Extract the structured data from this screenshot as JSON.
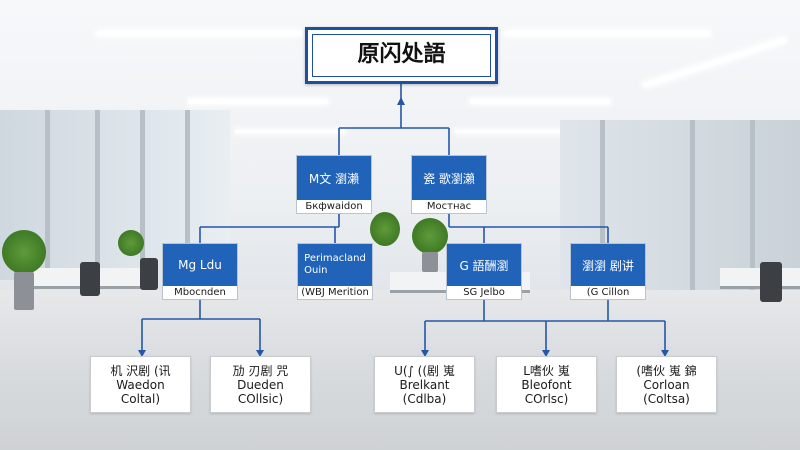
{
  "root": {
    "label": "原闪处語"
  },
  "level2": [
    {
      "title": "M文 瀏瀨",
      "subtitle": "Бкфwaidon"
    },
    {
      "title": "瓷 歌瀏瀨",
      "subtitle": "Мостнаc"
    }
  ],
  "level3": [
    {
      "title": "Mg Ldu",
      "subtitle": "Mbocnden"
    },
    {
      "title": "Perimacland\nOuin",
      "subtitle": "(WBJ Merition"
    },
    {
      "title": "G 語酬瀏",
      "subtitle": "SG Jelbo"
    },
    {
      "title": "瀏瀏 剧讲",
      "subtitle": "(G Cillon"
    }
  ],
  "leaves": [
    {
      "line1": "机 沢剧 (讯",
      "line2": "Waedon",
      "line3": "Coltal)"
    },
    {
      "line1": "劢 刃剧 咒",
      "line2": "Dueden",
      "line3": "COllsic)"
    },
    {
      "line1": "U(∫ ((剧 嵬",
      "line2": "Brelkant",
      "line3": "(Cdlba)"
    },
    {
      "line1": "L嗜伙 嵬",
      "line2": "Bleofont",
      "line3": "COrlsc)"
    },
    {
      "line1": "(嗜伙 嵬 錦",
      "line2": "Corloan",
      "line3": "(Coltsa)"
    }
  ]
}
